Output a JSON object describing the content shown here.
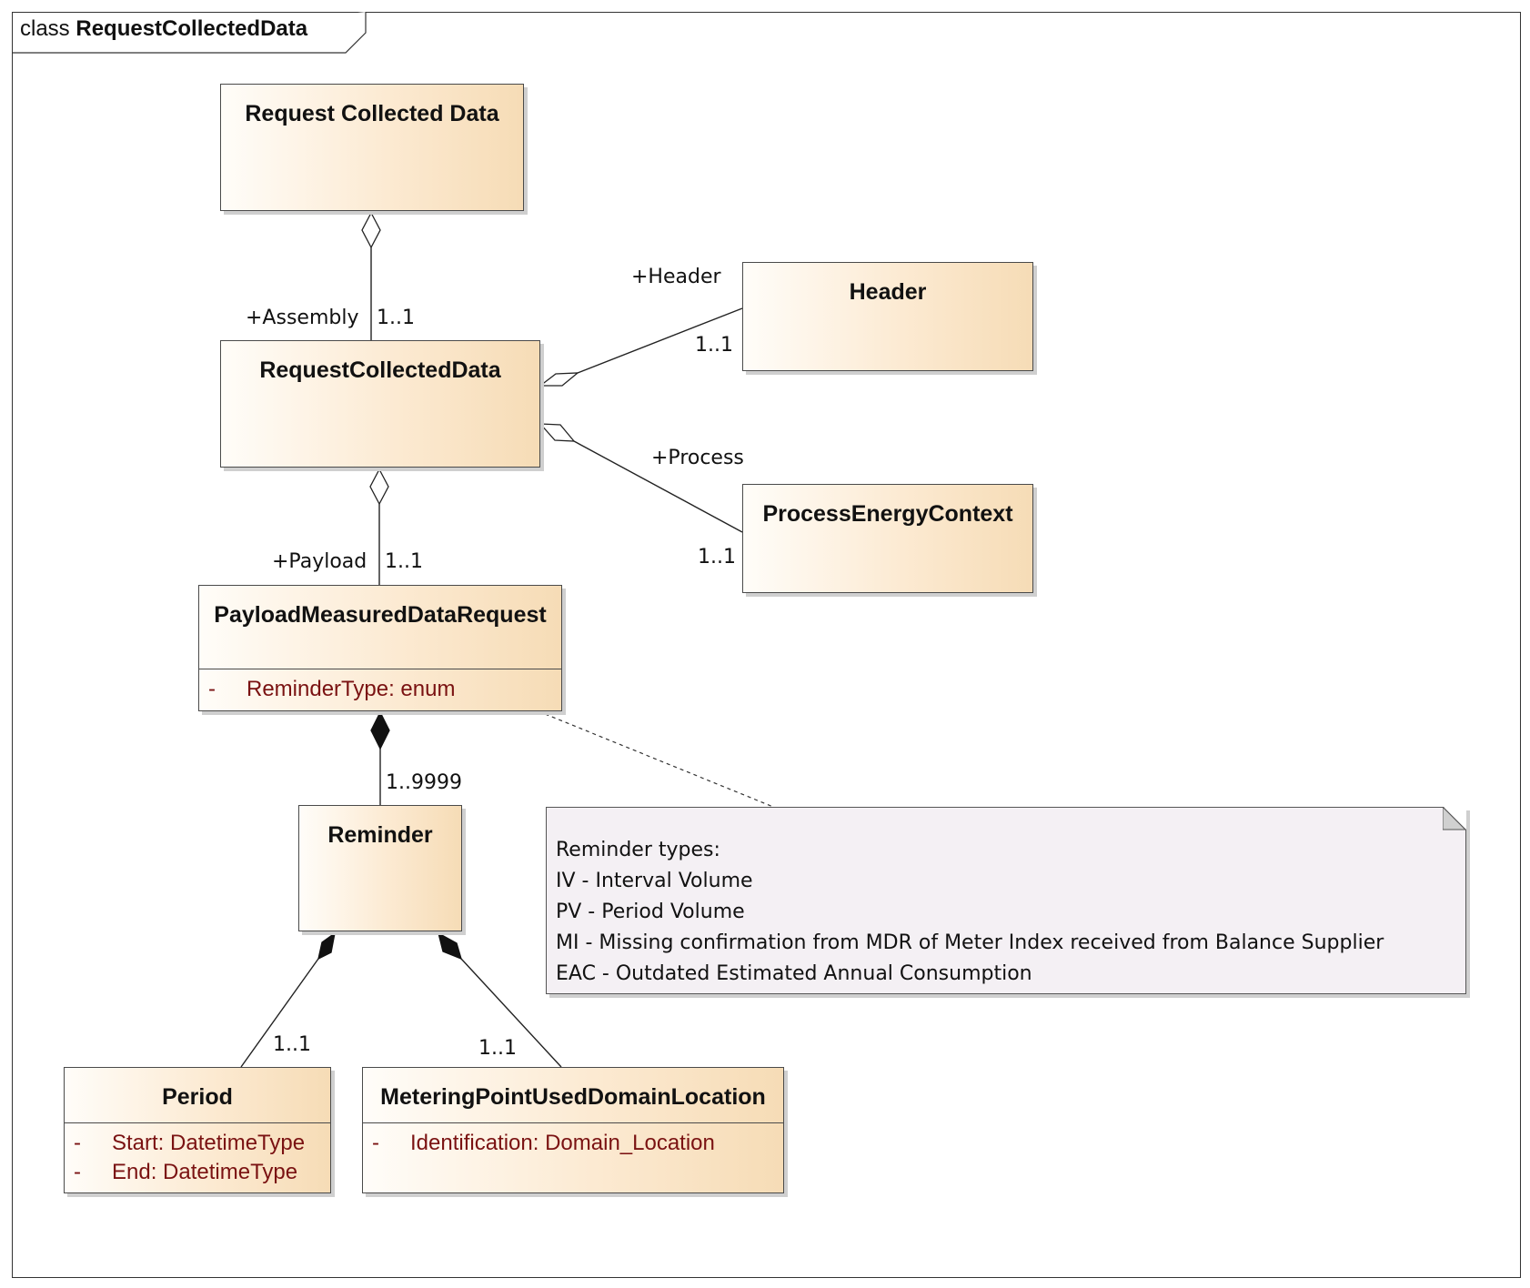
{
  "frame": {
    "keyword": "class",
    "name": "RequestCollectedData"
  },
  "classes": {
    "request_collected_data_root": {
      "name": "Request Collected Data"
    },
    "request_collected_data": {
      "name": "RequestCollectedData"
    },
    "header": {
      "name": "Header"
    },
    "process_energy_context": {
      "name": "ProcessEnergyContext"
    },
    "payload_measured_data_request": {
      "name": "PayloadMeasuredDataRequest",
      "attributes": [
        {
          "visibility": "-",
          "text": "ReminderType: enum"
        }
      ]
    },
    "reminder": {
      "name": "Reminder"
    },
    "period": {
      "name": "Period",
      "attributes": [
        {
          "visibility": "-",
          "text": "Start: DatetimeType"
        },
        {
          "visibility": "-",
          "text": "End: DatetimeType"
        }
      ]
    },
    "metering_point": {
      "name": "MeteringPointUsedDomainLocation",
      "attributes": [
        {
          "visibility": "-",
          "text": "Identification: Domain_Location"
        }
      ]
    }
  },
  "associations": {
    "assembly": {
      "role": "+Assembly",
      "multiplicity": "1..1"
    },
    "header": {
      "role": "+Header",
      "multiplicity": "1..1"
    },
    "process": {
      "role": "+Process",
      "multiplicity": "1..1"
    },
    "payload": {
      "role": "+Payload",
      "multiplicity": "1..1"
    },
    "reminder": {
      "multiplicity": "1..9999"
    },
    "period": {
      "multiplicity": "1..1"
    },
    "metering_point": {
      "multiplicity": "1..1"
    }
  },
  "note": {
    "lines": [
      "Reminder types:",
      "IV - Interval Volume",
      "PV - Period Volume",
      "MI - Missing confirmation from MDR of Meter Index received from Balance Supplier",
      "EAC - Outdated Estimated Annual Consumption"
    ]
  },
  "colors": {
    "attribute_text": "#7a1212",
    "class_fill_light": "#fffdf9",
    "class_fill_dark": "#f6dcb6",
    "note_fill": "#f4f0f4"
  }
}
